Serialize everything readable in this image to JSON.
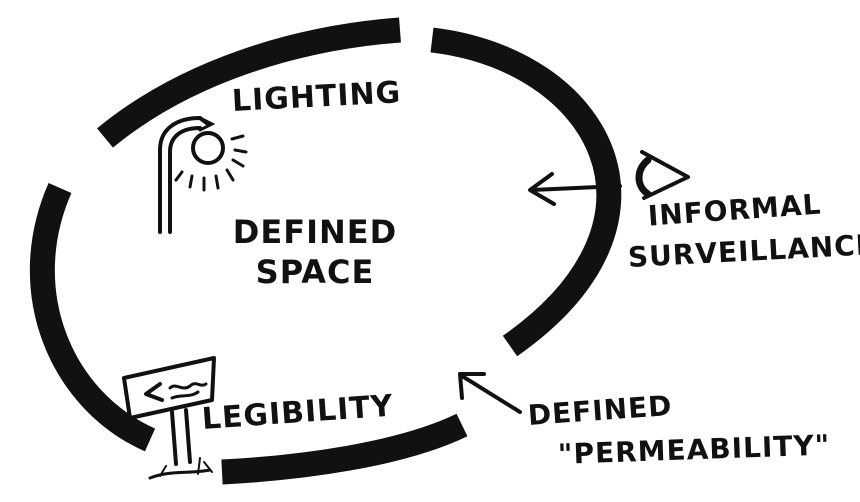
{
  "labels": {
    "lighting": "LIGHTING",
    "defined_space_line1": "DEFINED",
    "defined_space_line2": "SPACE",
    "surveillance_line1": "INFORMAL",
    "surveillance_line2": "SURVEILLANCE",
    "legibility": "LEGIBILITY",
    "permeability_line1": "DEFINED",
    "permeability_line2": "\"PERMEABILITY\""
  },
  "icons": [
    "street-lamp-icon",
    "eye-icon",
    "signpost-icon",
    "arrow-icon"
  ],
  "colors": {
    "ink": "#111111",
    "background": "#ffffff"
  }
}
